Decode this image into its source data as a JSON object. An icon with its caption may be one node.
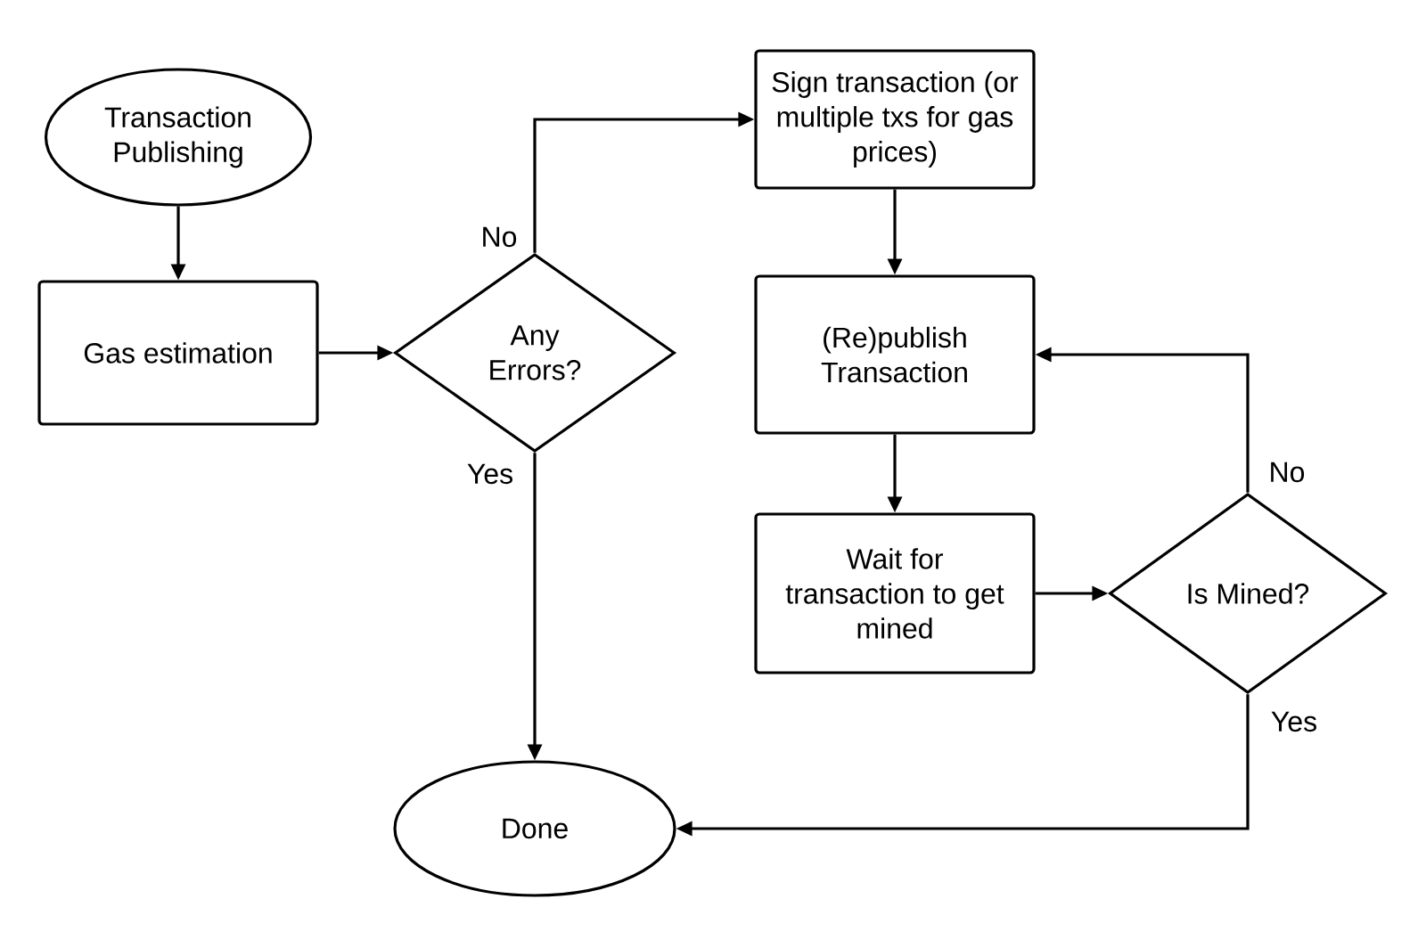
{
  "diagram": {
    "nodes": [
      {
        "text": [
          "Transaction Publishing"
        ]
      },
      {
        "text": [
          "Gas estimation"
        ]
      },
      {
        "text": [
          "Any Errors?"
        ]
      },
      {
        "text": [
          "Sign transaction (or multiple txs for gas prices)"
        ]
      },
      {
        "text": [
          "(Re)publish Transaction"
        ]
      },
      {
        "text": [
          "Wait for transaction to get mined"
        ]
      },
      {
        "text": [
          "Is Mined?"
        ]
      },
      {
        "text": [
          "Done"
        ]
      }
    ],
    "edges": [
      {
        "from": 0,
        "to": 1,
        "arrow": "to"
      },
      {
        "from": 1,
        "to": 2,
        "arrow": "to"
      },
      {
        "from": 2,
        "to": 3,
        "arrow": "to",
        "label": "No"
      },
      {
        "from": 2,
        "to": 7,
        "arrow": "to",
        "label": "Yes"
      },
      {
        "from": 3,
        "to": 4,
        "arrow": "to"
      },
      {
        "from": 4,
        "to": 5,
        "arrow": "to"
      },
      {
        "from": 5,
        "to": 6,
        "arrow": "to"
      },
      {
        "from": 6,
        "to": 4,
        "arrow": "to",
        "label": "No"
      },
      {
        "from": 6,
        "to": 7,
        "arrow": "to",
        "label": "Yes"
      }
    ]
  }
}
